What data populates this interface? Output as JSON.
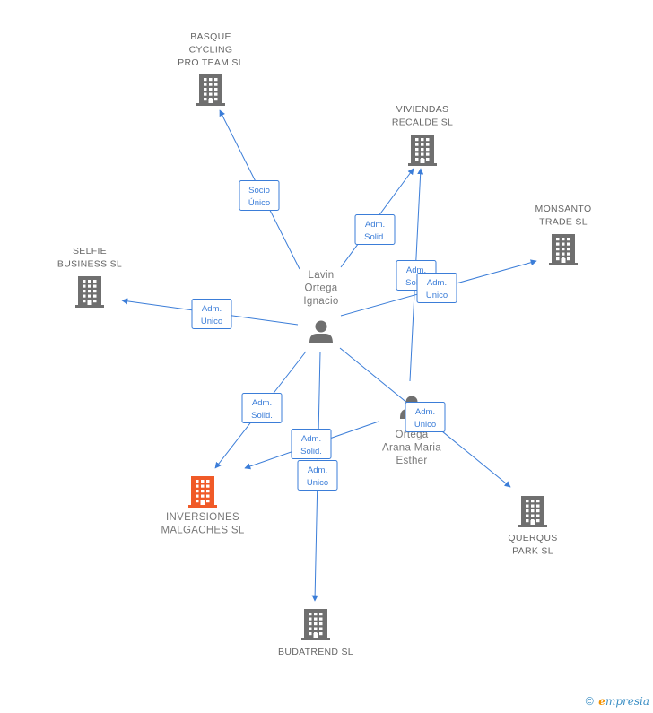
{
  "colors": {
    "edge": "#3b7dd8",
    "node": "#6f6f6f",
    "focus": "#f05a28"
  },
  "nodes": [
    {
      "id": "basque",
      "kind": "company",
      "icon": "building-icon",
      "label": [
        "BASQUE",
        "CYCLING",
        "PRO TEAM  SL"
      ]
    },
    {
      "id": "viviendas",
      "kind": "company",
      "icon": "building-icon",
      "label": [
        "VIVIENDAS",
        "RECALDE SL"
      ]
    },
    {
      "id": "monsanto",
      "kind": "company",
      "icon": "building-icon",
      "label": [
        "MONSANTO",
        "TRADE  SL"
      ]
    },
    {
      "id": "selfie",
      "kind": "company",
      "icon": "building-icon",
      "label": [
        "SELFIE",
        "BUSINESS  SL"
      ]
    },
    {
      "id": "lavin",
      "kind": "person",
      "icon": "person-icon",
      "label": [
        "Lavin",
        "Ortega",
        "Ignacio"
      ]
    },
    {
      "id": "ortega",
      "kind": "person",
      "icon": "person-icon",
      "label": [
        "Ortega",
        "Arana Maria",
        "Esther"
      ]
    },
    {
      "id": "inversiones",
      "kind": "focus",
      "icon": "building-icon",
      "label": [
        "INVERSIONES",
        "MALGACHES SL"
      ]
    },
    {
      "id": "querqus",
      "kind": "company",
      "icon": "building-icon",
      "label": [
        "QUERQUS",
        "PARK  SL"
      ]
    },
    {
      "id": "budatrend",
      "kind": "company",
      "icon": "building-icon",
      "label": [
        "BUDATREND  SL"
      ]
    }
  ],
  "edges": [
    {
      "from": "lavin",
      "to": "basque",
      "label": [
        "Socio",
        "Único"
      ]
    },
    {
      "from": "lavin",
      "to": "viviendas",
      "label": [
        "Adm.",
        "Solid."
      ]
    },
    {
      "from": "ortega",
      "to": "viviendas",
      "label": [
        "Adm.",
        "Solid."
      ]
    },
    {
      "from": "lavin",
      "to": "monsanto",
      "label": [
        "Adm.",
        "Unico"
      ]
    },
    {
      "from": "lavin",
      "to": "selfie",
      "label": [
        "Adm.",
        "Unico"
      ]
    },
    {
      "from": "lavin",
      "to": "inversiones",
      "label": [
        "Adm.",
        "Solid."
      ]
    },
    {
      "from": "ortega",
      "to": "inversiones",
      "label": [
        "Adm.",
        "Solid."
      ]
    },
    {
      "from": "lavin",
      "to": "budatrend",
      "label": [
        "Adm.",
        "Unico"
      ]
    },
    {
      "from": "lavin",
      "to": "querqus",
      "label": [
        "Adm.",
        "Unico"
      ]
    }
  ],
  "watermark": {
    "copyright": "©",
    "brand_initial": "e",
    "brand_rest": "mpresia"
  }
}
